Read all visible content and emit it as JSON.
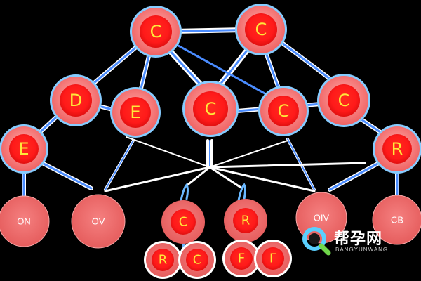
{
  "diagram": {
    "colors": {
      "background": "#000000",
      "edge": "#4a8cff",
      "edge_light": "#dfe9ff",
      "node_outer": "#f25a5a",
      "node_ring": "#86ccff",
      "node_fill": "#ff1a1a",
      "label": "#ffe83a"
    },
    "nodes": {
      "top_left": "C",
      "top_right": "C",
      "mid_d": "D",
      "mid_e": "E",
      "center_c": "C",
      "mid_c": "C",
      "right_c": "C",
      "left_e": "E",
      "right_r": "R"
    },
    "bottom": {
      "on": "ON",
      "ov": "OV",
      "oiv": "OIV",
      "cb": "CB"
    },
    "sub_clusters": {
      "left_top": "C",
      "left_bottom_1": "R",
      "left_bottom_2": "C",
      "right_top": "R",
      "right_bottom_1": "F",
      "right_bottom_2": "Γ"
    }
  },
  "watermark": {
    "name_cn": "帮孕网",
    "name_en": "BANGYUNWANG",
    "icon": "magnifier-icon"
  }
}
